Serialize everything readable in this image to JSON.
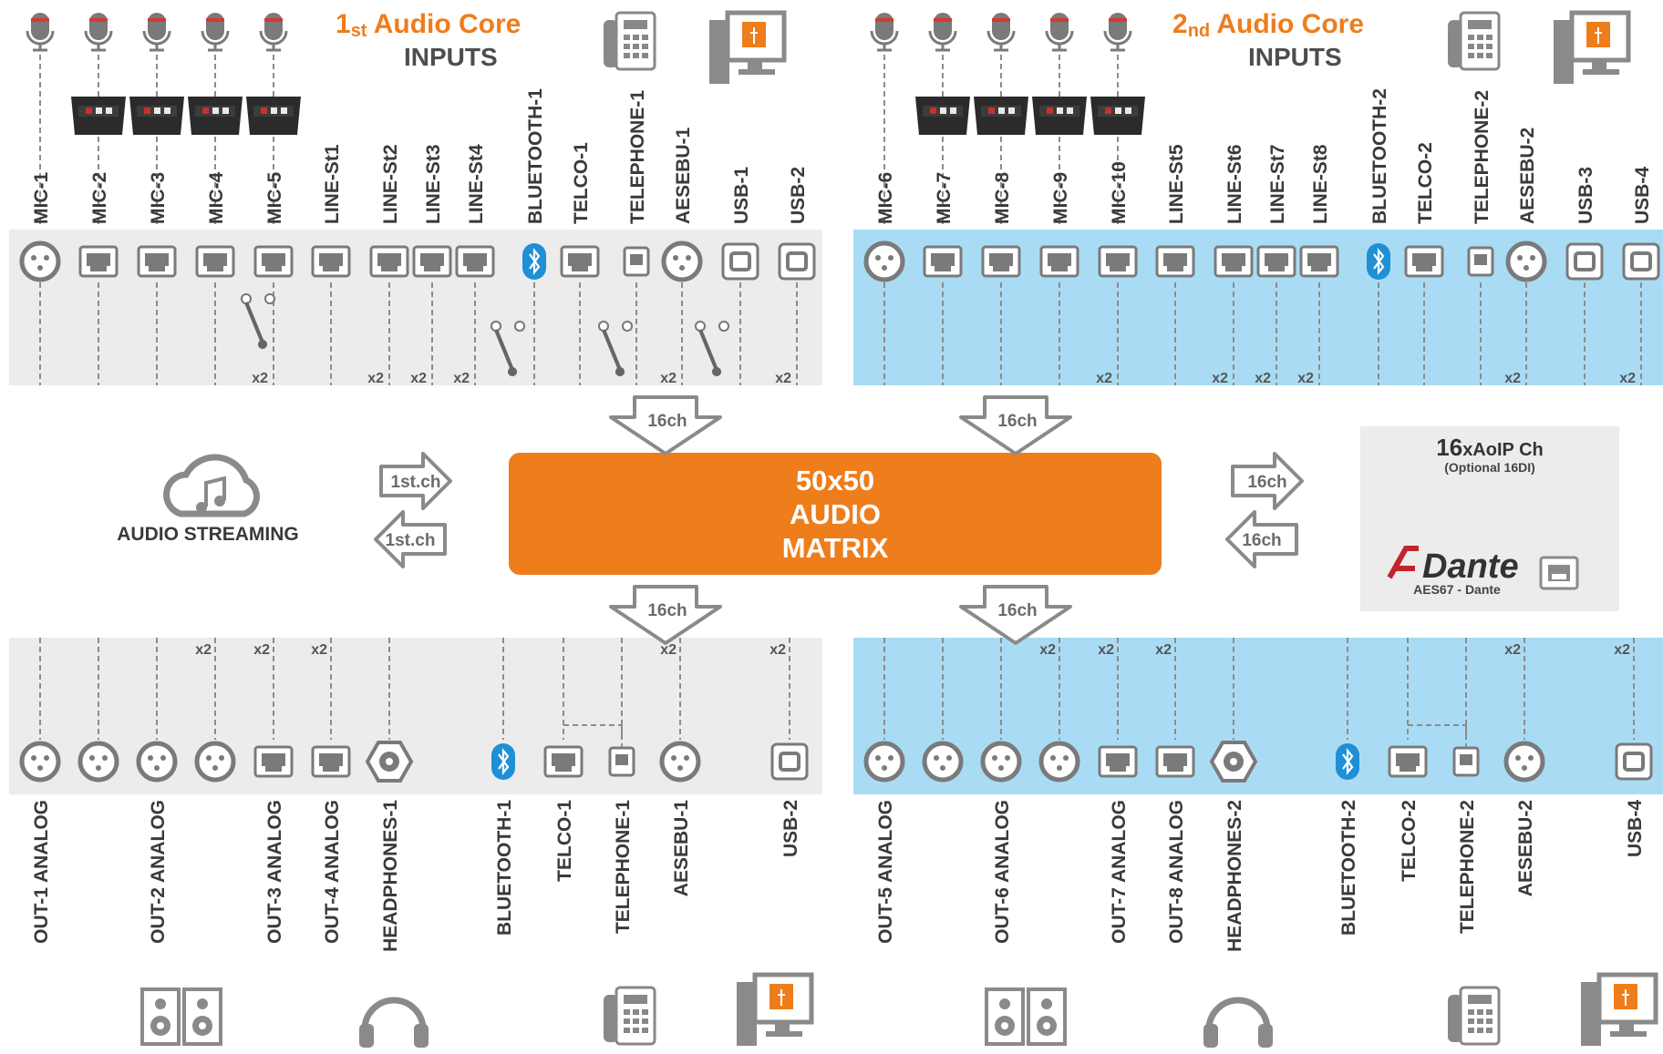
{
  "colors": {
    "accent_orange": "#EE7D1C",
    "panel_grey": "#ECECEC",
    "panel_blue": "#A9DCF4",
    "bluetooth_blue": "#1F8FD6",
    "icon_grey": "#7a7a7a",
    "line_grey": "#8c8c8c"
  },
  "core1": {
    "title_main": "1",
    "title_sup": "st",
    "title_rest": " Audio Core",
    "subtitle": "INPUTS",
    "inputs": [
      {
        "label": "MIC-1",
        "connector": "xlr",
        "mic": true,
        "stagebox": false,
        "mult": ""
      },
      {
        "label": "MIC-2",
        "connector": "rj45",
        "mic": true,
        "stagebox": true,
        "mult": ""
      },
      {
        "label": "MIC-3",
        "connector": "rj45",
        "mic": true,
        "stagebox": true,
        "mult": ""
      },
      {
        "label": "MIC-4",
        "connector": "rj45",
        "mic": true,
        "stagebox": true,
        "mult": ""
      },
      {
        "label": "MIC-5",
        "connector": "rj45",
        "mic": true,
        "stagebox": true,
        "mult": "x2"
      },
      {
        "label": "LINE-St1",
        "connector": "rj45",
        "mic": false,
        "stagebox": false,
        "mult": ""
      },
      {
        "label": "LINE-St2",
        "connector": "rj45",
        "mic": false,
        "stagebox": false,
        "mult": "x2"
      },
      {
        "label": "LINE-St3",
        "connector": "rj45",
        "mic": false,
        "stagebox": false,
        "mult": "x2"
      },
      {
        "label": "LINE-St4",
        "connector": "rj45",
        "mic": false,
        "stagebox": false,
        "mult": "x2"
      },
      {
        "label": "BLUETOOTH-1",
        "connector": "bt",
        "mic": false,
        "stagebox": false,
        "mult": ""
      },
      {
        "label": "TELCO-1",
        "connector": "rj45",
        "mic": false,
        "stagebox": false,
        "mult": ""
      },
      {
        "label": "TELEPHONE-1",
        "connector": "rj11",
        "mic": false,
        "stagebox": false,
        "mult": ""
      },
      {
        "label": "AESEBU-1",
        "connector": "xlr",
        "mic": false,
        "stagebox": false,
        "mult": "x2"
      },
      {
        "label": "USB-1",
        "connector": "usb",
        "mic": false,
        "stagebox": false,
        "mult": ""
      },
      {
        "label": "USB-2",
        "connector": "usb",
        "mic": false,
        "stagebox": false,
        "mult": "x2"
      }
    ],
    "outputs": [
      {
        "label": "OUT-1 ANALOG",
        "connector": "xlr",
        "mult": ""
      },
      {
        "label": "",
        "connector": "xlr",
        "mult": ""
      },
      {
        "label": "OUT-2 ANALOG",
        "connector": "xlr",
        "mult": ""
      },
      {
        "label": "",
        "connector": "xlr",
        "mult": "x2"
      },
      {
        "label": "OUT-3 ANALOG",
        "connector": "rj45",
        "mult": "x2"
      },
      {
        "label": "OUT-4 ANALOG",
        "connector": "rj45",
        "mult": "x2"
      },
      {
        "label": "HEADPHONES-1",
        "connector": "jack",
        "mult": ""
      },
      {
        "label": "BLUETOOTH-1",
        "connector": "bt",
        "mult": ""
      },
      {
        "label": "TELCO-1",
        "connector": "rj45",
        "mult": ""
      },
      {
        "label": "TELEPHONE-1",
        "connector": "rj11",
        "mult": ""
      },
      {
        "label": "AESEBU-1",
        "connector": "xlr",
        "mult": "x2"
      },
      {
        "label": "USB-2",
        "connector": "usb",
        "mult": "x2"
      }
    ]
  },
  "core2": {
    "title_main": "2",
    "title_sup": "nd",
    "title_rest": " Audio Core",
    "subtitle": "INPUTS",
    "inputs": [
      {
        "label": "MIC-6",
        "connector": "xlr",
        "mic": true,
        "stagebox": false,
        "mult": ""
      },
      {
        "label": "MIC-7",
        "connector": "rj45",
        "mic": true,
        "stagebox": true,
        "mult": ""
      },
      {
        "label": "MIC-8",
        "connector": "rj45",
        "mic": true,
        "stagebox": true,
        "mult": ""
      },
      {
        "label": "MIC-9",
        "connector": "rj45",
        "mic": true,
        "stagebox": true,
        "mult": ""
      },
      {
        "label": "MIC-10",
        "connector": "rj45",
        "mic": true,
        "stagebox": true,
        "mult": "x2"
      },
      {
        "label": "LINE-St5",
        "connector": "rj45",
        "mic": false,
        "stagebox": false,
        "mult": ""
      },
      {
        "label": "LINE-St6",
        "connector": "rj45",
        "mic": false,
        "stagebox": false,
        "mult": "x2"
      },
      {
        "label": "LINE-St7",
        "connector": "rj45",
        "mic": false,
        "stagebox": false,
        "mult": "x2"
      },
      {
        "label": "LINE-St8",
        "connector": "rj45",
        "mic": false,
        "stagebox": false,
        "mult": "x2"
      },
      {
        "label": "BLUETOOTH-2",
        "connector": "bt",
        "mic": false,
        "stagebox": false,
        "mult": ""
      },
      {
        "label": "TELCO-2",
        "connector": "rj45",
        "mic": false,
        "stagebox": false,
        "mult": ""
      },
      {
        "label": "TELEPHONE-2",
        "connector": "rj11",
        "mic": false,
        "stagebox": false,
        "mult": ""
      },
      {
        "label": "AESEBU-2",
        "connector": "xlr",
        "mic": false,
        "stagebox": false,
        "mult": "x2"
      },
      {
        "label": "USB-3",
        "connector": "usb",
        "mic": false,
        "stagebox": false,
        "mult": ""
      },
      {
        "label": "USB-4",
        "connector": "usb",
        "mic": false,
        "stagebox": false,
        "mult": "x2"
      }
    ],
    "outputs": [
      {
        "label": "OUT-5 ANALOG",
        "connector": "xlr",
        "mult": ""
      },
      {
        "label": "",
        "connector": "xlr",
        "mult": ""
      },
      {
        "label": "OUT-6 ANALOG",
        "connector": "xlr",
        "mult": ""
      },
      {
        "label": "",
        "connector": "xlr",
        "mult": "x2"
      },
      {
        "label": "OUT-7 ANALOG",
        "connector": "rj45",
        "mult": "x2"
      },
      {
        "label": "OUT-8 ANALOG",
        "connector": "rj45",
        "mult": "x2"
      },
      {
        "label": "HEADPHONES-2",
        "connector": "jack",
        "mult": ""
      },
      {
        "label": "BLUETOOTH-2",
        "connector": "bt",
        "mult": ""
      },
      {
        "label": "TELCO-2",
        "connector": "rj45",
        "mult": ""
      },
      {
        "label": "TELEPHONE-2",
        "connector": "rj11",
        "mult": ""
      },
      {
        "label": "AESEBU-2",
        "connector": "xlr",
        "mult": "x2"
      },
      {
        "label": "USB-4",
        "connector": "usb",
        "mult": "x2"
      }
    ]
  },
  "matrix": {
    "line1": "50x50",
    "line2": "AUDIO",
    "line3": "MATRIX"
  },
  "channel_arrows": {
    "core1_in": "16ch",
    "core2_in": "16ch",
    "core1_out": "16ch",
    "core2_out": "16ch",
    "stream_in": "1st.ch",
    "stream_out": "1st.ch",
    "aoip_in": "16ch",
    "aoip_out": "16ch"
  },
  "streaming": {
    "label": "AUDIO STREAMING",
    "icon": "cloud-music-icon"
  },
  "aoip": {
    "title_num": "16",
    "title_rest": "xAoIP Ch",
    "subtitle": "(Optional 16DI)",
    "logo_text": "Dante",
    "caption": "AES67 - Dante"
  },
  "icons": {
    "microphone": "microphone-icon",
    "stagebox": "stagebox-icon",
    "telephone": "telephone-icon",
    "computer": "computer-icon",
    "speakers": "speakers-icon",
    "headphones": "headphones-icon"
  }
}
